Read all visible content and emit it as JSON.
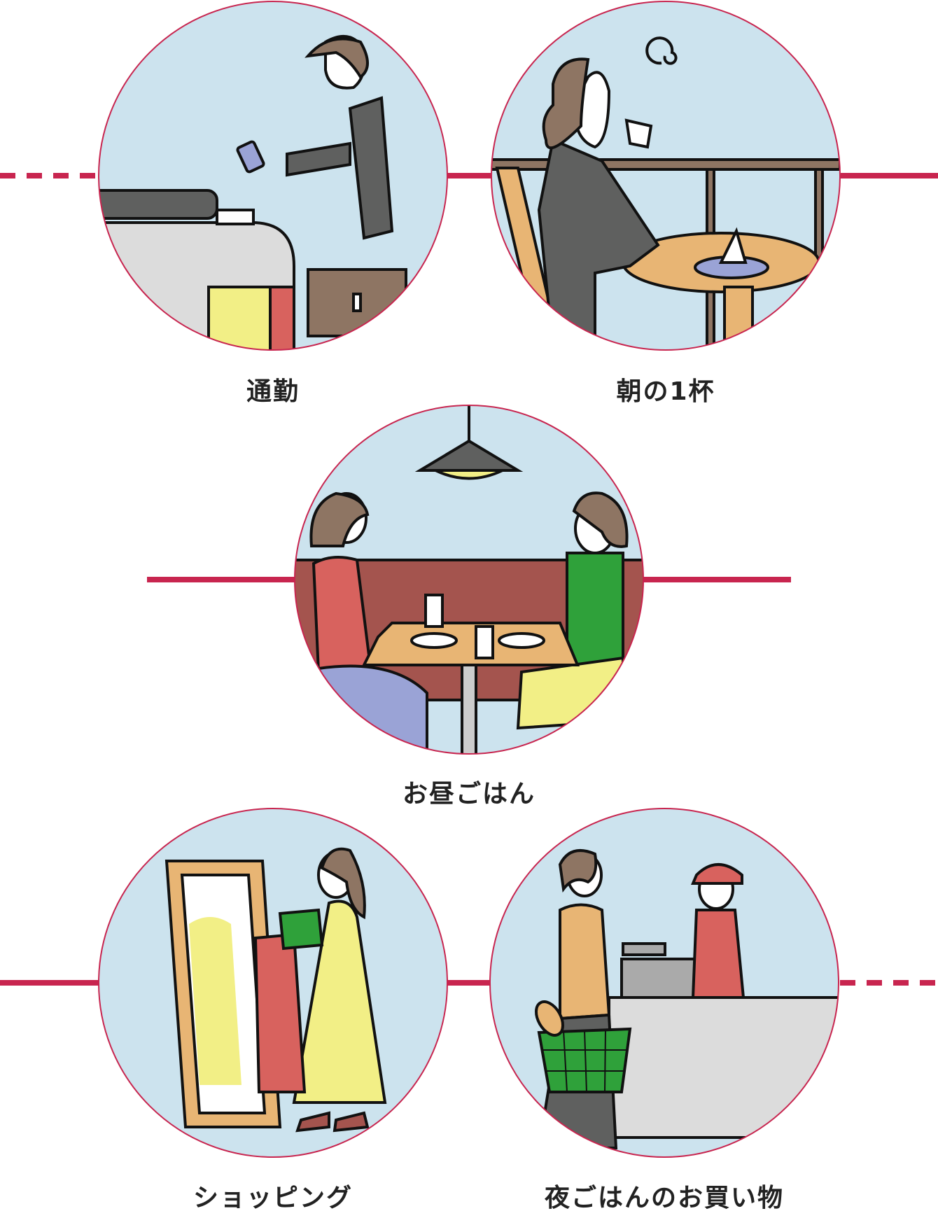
{
  "colors": {
    "accent_line": "#c8254f",
    "circle_fill": "#cce3ee",
    "outline": "#111111"
  },
  "scenes": [
    {
      "label": "通勤",
      "icon": "commuter-ticket-gate-illustration"
    },
    {
      "label": "朝の1杯",
      "icon": "morning-coffee-illustration"
    },
    {
      "label": "お昼ごはん",
      "icon": "lunch-illustration"
    },
    {
      "label": "ショッピング",
      "icon": "shopping-illustration"
    },
    {
      "label": "夜ごはんのお買い物",
      "icon": "grocery-shopping-illustration"
    }
  ]
}
